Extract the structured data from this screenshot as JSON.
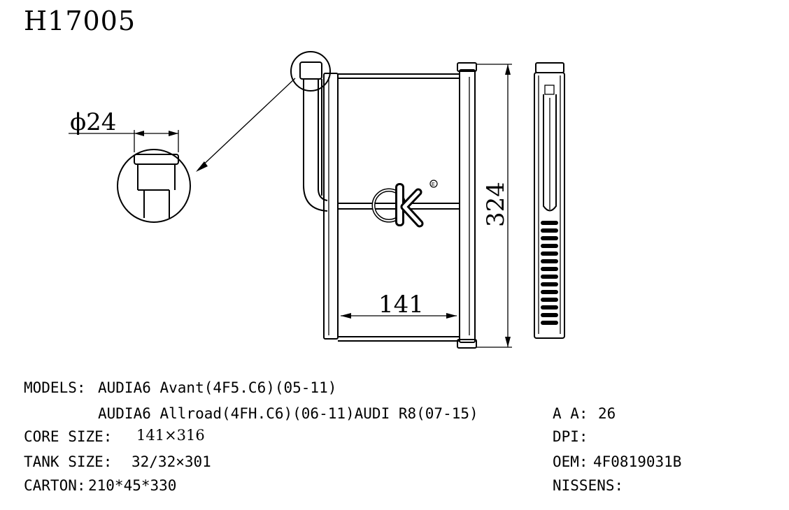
{
  "part_number": "H17005",
  "dimensions": {
    "pipe_diameter": "ϕ24",
    "height": "324",
    "width": "141"
  },
  "logo_text": "ck",
  "logo_mark": "E",
  "specs": {
    "models_label": "MODELS:",
    "models_line1": "AUDIA6 Avant(4F5.C6)(05-11)",
    "models_line2": "AUDIA6 Allroad(4FH.C6)(06-11)AUDI R8(07-15)",
    "core_label": "CORE SIZE:",
    "core_value": "141×316",
    "tank_label": "TANK SIZE:",
    "tank_value": "32/32×301",
    "carton_label": "CARTON:",
    "carton_value": "210*45*330",
    "aa_label": "A A:",
    "aa_value": "26",
    "dpi_label": "DPI:",
    "dpi_value": "",
    "oem_label": "OEM:",
    "oem_value": "4F0819031B",
    "nissens_label": "NISSENS:",
    "nissens_value": ""
  }
}
